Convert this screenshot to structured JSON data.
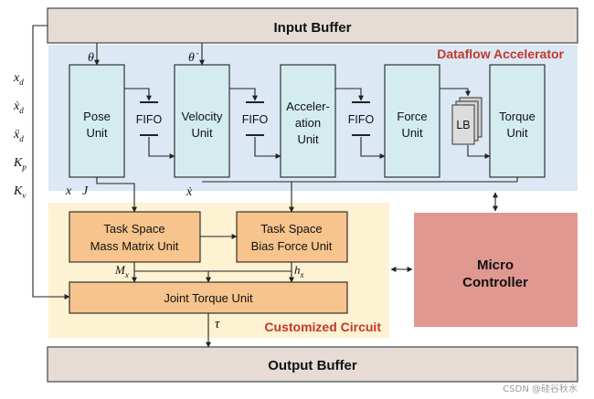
{
  "colors": {
    "buffer_fill": "#e6dbd5",
    "dataflow_bg": "#dce8f4",
    "unit_fill": "#d4ecef",
    "custom_bg": "#fdf2d2",
    "task_fill": "#f6c48c",
    "micro_fill": "#e09890",
    "region_title": "#c0392b",
    "stroke": "#222222"
  },
  "input_buffer": "Input Buffer",
  "output_buffer": "Output Buffer",
  "dataflow_title": "Dataflow Accelerator",
  "custom_title": "Customized Circuit",
  "units": {
    "pose": [
      "Pose",
      "Unit"
    ],
    "velocity": [
      "Velocity",
      "Unit"
    ],
    "acceleration": [
      "Acceler-",
      "ation",
      "Unit"
    ],
    "force": [
      "Force",
      "Unit"
    ],
    "torque": [
      "Torque",
      "Unit"
    ]
  },
  "fifo": "FIFO",
  "lb": "LB",
  "task_mass": [
    "Task Space",
    "Mass Matrix Unit"
  ],
  "task_bias": [
    "Task Space",
    "Bias Force Unit"
  ],
  "joint_torque": "Joint Torque Unit",
  "micro_controller": [
    "Micro",
    "Controller"
  ],
  "math": {
    "theta": "θ",
    "theta_dot": "θ̇",
    "x": "x",
    "J": "J",
    "x_dot": "ẋ",
    "Mx": "M",
    "Mx_sub": "x",
    "hx": "h",
    "hx_sub": "x",
    "tau": "τ",
    "inputs": [
      {
        "base": "x",
        "sub": "d"
      },
      {
        "base": "ẋ",
        "sub": "d"
      },
      {
        "base": "ẍ",
        "sub": "d"
      },
      {
        "base": "K",
        "sub": "p"
      },
      {
        "base": "K",
        "sub": "v"
      }
    ]
  },
  "watermark": "CSDN @硅谷秋水"
}
